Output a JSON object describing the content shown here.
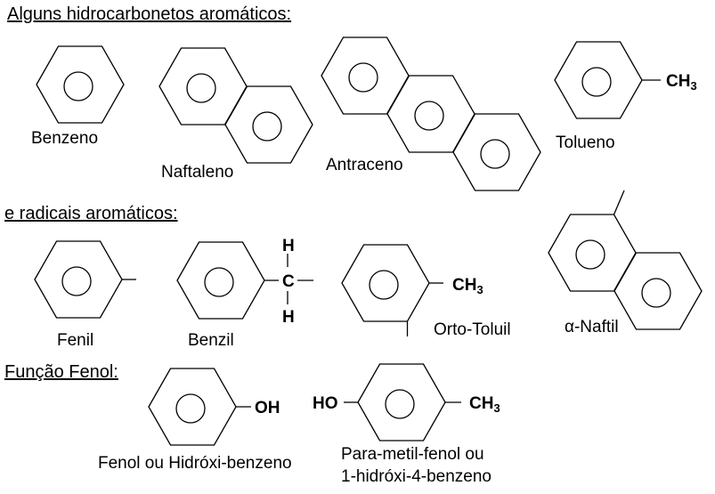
{
  "sections": {
    "hydrocarbons": "Alguns hidrocarbonetos aromáticos:",
    "radicals": "e radicais aromáticos:",
    "phenol": "Função Fenol:"
  },
  "compounds": {
    "benzeno": "Benzeno",
    "naftaleno": "Naftaleno",
    "antraceno": "Antraceno",
    "tolueno": "Tolueno",
    "fenil": "Fenil",
    "benzil": "Benzil",
    "orto_toluil": "Orto-Toluil",
    "alfa_naftil": "α-Naftil",
    "fenol": "Fenol ou Hidróxi-benzeno",
    "para_metil_line1": "Para-metil-fenol ou",
    "para_metil_line2": "1-hidróxi-4-benzeno"
  },
  "groups": {
    "ch": "CH",
    "sub3": "3",
    "carbon": "C",
    "hydrogen": "H",
    "oh": "OH",
    "ho": "HO"
  }
}
